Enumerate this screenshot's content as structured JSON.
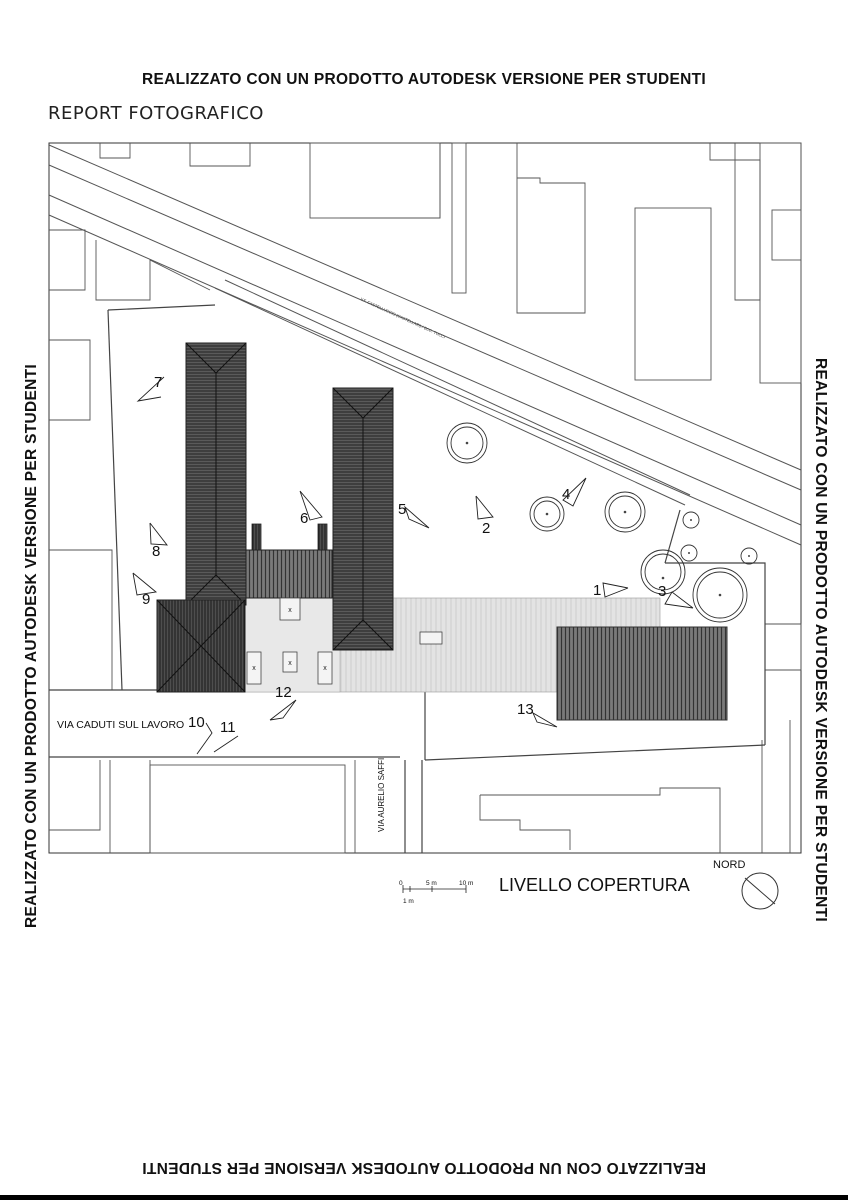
{
  "watermark": "REALIZZATO CON UN PRODOTTO AUTODESK VERSIONE PER STUDENTI",
  "report_title": "REPORT FOTOGRAFICO",
  "level_title": "LIVELLO COPERTURA",
  "north_label": "NORD",
  "scale_bar": {
    "label_0": "0",
    "label_5": "5 m",
    "label_10": "10 m",
    "label_1": "1 m"
  },
  "streets": {
    "caduti": "VIA CADUTI SUL LAVORO",
    "saffi": "VIA AURELIO SAFFI",
    "diagonal": "V.F. CASTELLUCCIO (CASTELLARI) / ECC. TUCCI"
  },
  "photo_points": [
    "1",
    "2",
    "3",
    "4",
    "5",
    "6",
    "7",
    "8",
    "9",
    "10",
    "11",
    "12",
    "13"
  ]
}
